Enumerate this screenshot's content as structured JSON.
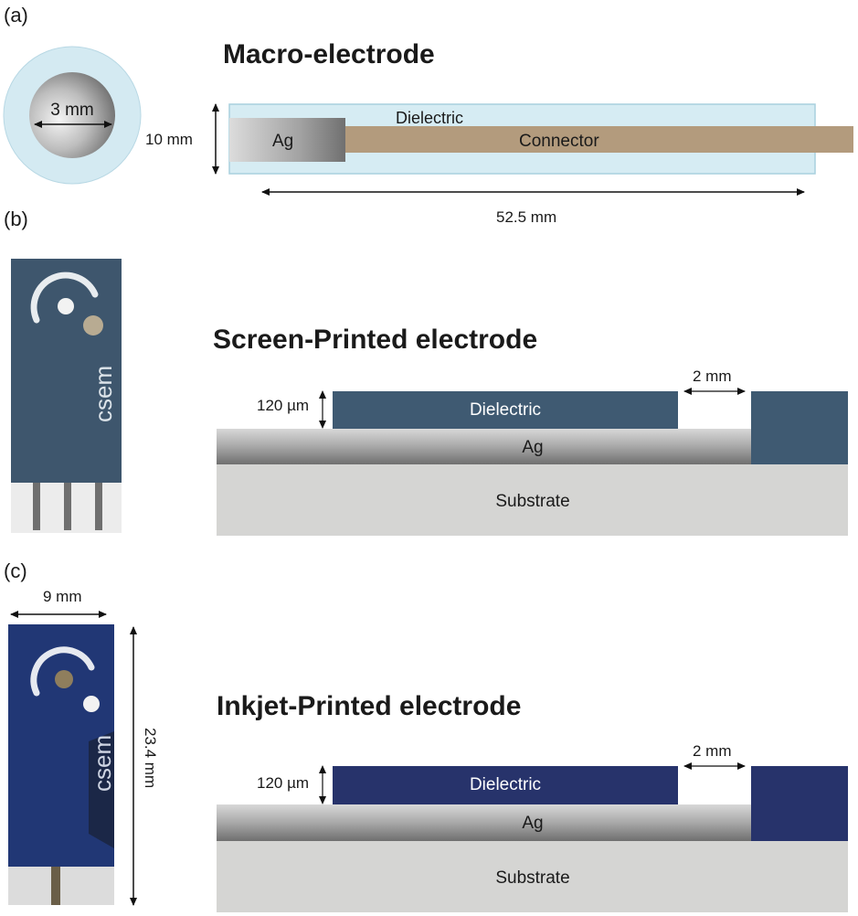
{
  "panels": {
    "a": {
      "label": "(a)",
      "title": "Macro-electrode",
      "diameter": "3 mm",
      "height": "10 mm",
      "length": "52.5 mm",
      "layers": {
        "dielectric": "Dielectric",
        "ag": "Ag",
        "connector": "Connector"
      }
    },
    "b": {
      "label": "(b)",
      "title": "Screen-Printed electrode",
      "logo_text": "csem",
      "thickness": "120 µm",
      "gap": "2 mm",
      "layers": {
        "dielectric": "Dielectric",
        "ag": "Ag",
        "substrate": "Substrate"
      }
    },
    "c": {
      "label": "(c)",
      "title": "Inkjet-Printed electrode",
      "logo_text": "csem",
      "width": "9 mm",
      "height": "23.4 mm",
      "thickness": "120 µm",
      "gap": "2 mm",
      "layers": {
        "dielectric": "Dielectric",
        "ag": "Ag",
        "substrate": "Substrate"
      }
    }
  },
  "colors": {
    "macro_dielectric": "#d6ecf3",
    "connector": "#b39b7d",
    "screen_dielectric": "#3f5a72",
    "inkjet_dielectric": "#27336b",
    "substrate": "#d5d5d3"
  }
}
